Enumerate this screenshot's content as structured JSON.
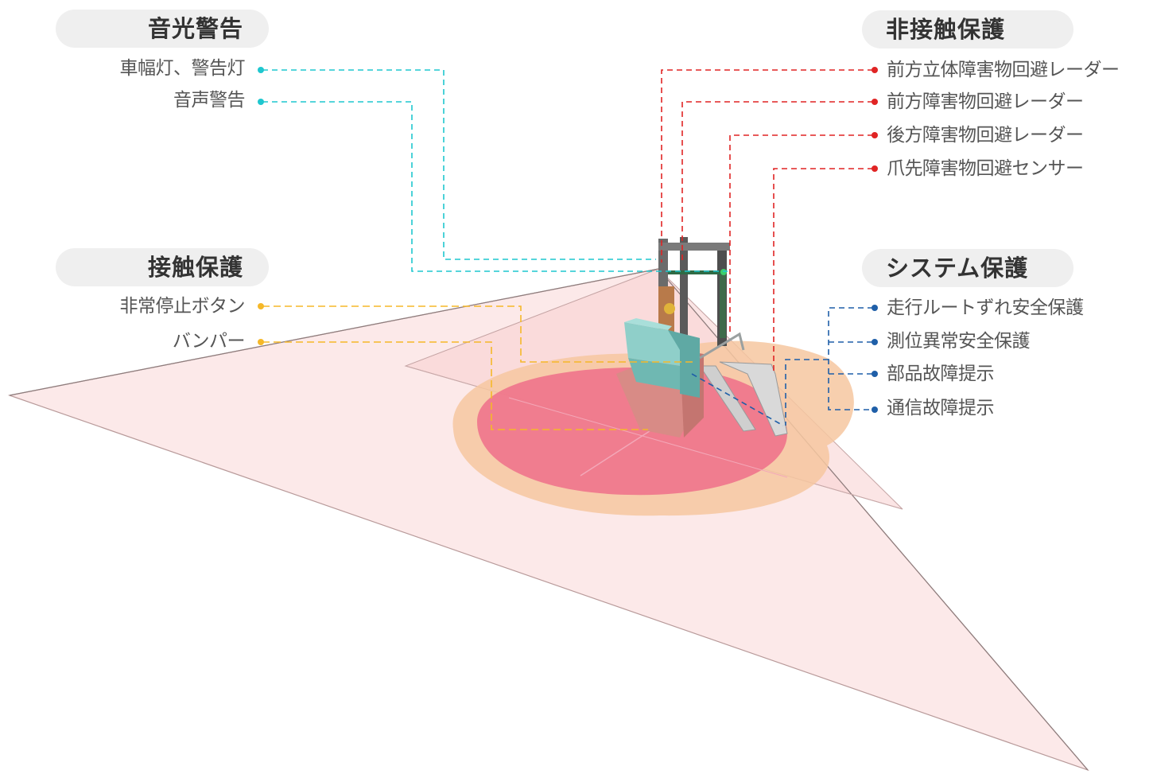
{
  "groups": {
    "sound_light": {
      "title": "音光警告",
      "color": "#1fc7cf",
      "items": [
        "車幅灯、警告灯",
        "音声警告"
      ]
    },
    "contact": {
      "title": "接触保護",
      "color": "#f5b829",
      "items": [
        "非常停止ボタン",
        "バンパー"
      ]
    },
    "non_contact": {
      "title": "非接触保護",
      "color": "#e02424",
      "items": [
        "前方立体障害物回避レーダー",
        "前方障害物回避レーダー",
        "後方障害物回避レーダー",
        "爪先障害物回避センサー"
      ]
    },
    "system": {
      "title": "システム保護",
      "color": "#1f5fa8",
      "items": [
        "走行ルートずれ安全保護",
        "測位異常安全保護",
        "部品故障提示",
        "通信故障提示"
      ]
    }
  }
}
